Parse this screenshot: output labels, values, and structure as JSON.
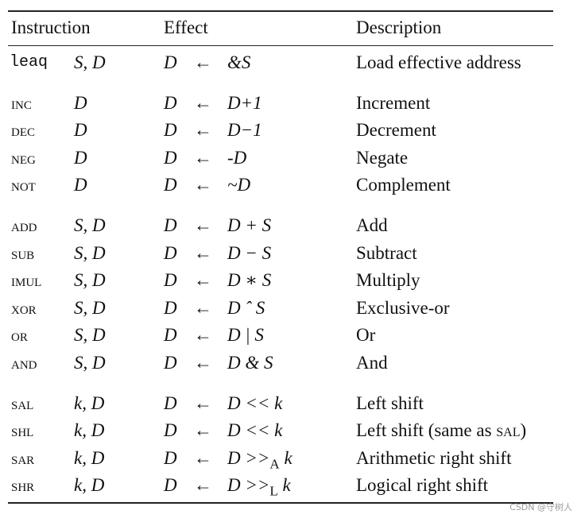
{
  "headers": {
    "instruction": "Instruction",
    "effect": "Effect",
    "description": "Description"
  },
  "arrow": "←",
  "rows": [
    {
      "op": "leaq",
      "args": "S, D",
      "dst": "D",
      "expr": "&S",
      "desc": "Load effective address"
    },
    {
      "op": "INC",
      "args": "D",
      "dst": "D",
      "expr": "D+1",
      "desc": "Increment"
    },
    {
      "op": "DEC",
      "args": "D",
      "dst": "D",
      "expr": "D−1",
      "desc": "Decrement"
    },
    {
      "op": "NEG",
      "args": "D",
      "dst": "D",
      "expr": "-D",
      "desc": "Negate"
    },
    {
      "op": "NOT",
      "args": "D",
      "dst": "D",
      "expr": "~D",
      "desc": "Complement"
    },
    {
      "op": "ADD",
      "args": "S, D",
      "dst": "D",
      "expr": "D + S",
      "desc": "Add"
    },
    {
      "op": "SUB",
      "args": "S, D",
      "dst": "D",
      "expr": "D − S",
      "desc": "Subtract"
    },
    {
      "op": "IMUL",
      "args": "S, D",
      "dst": "D",
      "expr": "D ∗ S",
      "desc": "Multiply"
    },
    {
      "op": "XOR",
      "args": "S, D",
      "dst": "D",
      "expr": "D ˆ S",
      "desc": "Exclusive-or"
    },
    {
      "op": "OR",
      "args": "S, D",
      "dst": "D",
      "expr": "D | S",
      "desc": "Or"
    },
    {
      "op": "AND",
      "args": "S, D",
      "dst": "D",
      "expr": "D & S",
      "desc": "And"
    },
    {
      "op": "SAL",
      "args": "k, D",
      "dst": "D",
      "expr": "D << k",
      "desc": "Left shift"
    },
    {
      "op": "SHL",
      "args": "k, D",
      "dst": "D",
      "expr": "D << k",
      "desc_pre": "Left shift (same as ",
      "desc_sc": "SAL",
      "desc_post": ")"
    },
    {
      "op": "SAR",
      "args": "k, D",
      "dst": "D",
      "expr_pre": "D >>",
      "expr_sub": "A",
      "expr_post": " k",
      "desc": "Arithmetic right shift"
    },
    {
      "op": "SHR",
      "args": "k, D",
      "dst": "D",
      "expr_pre": "D >>",
      "expr_sub": "L",
      "expr_post": " k",
      "desc": "Logical right shift"
    }
  ],
  "watermark": "CSDN @守树人"
}
